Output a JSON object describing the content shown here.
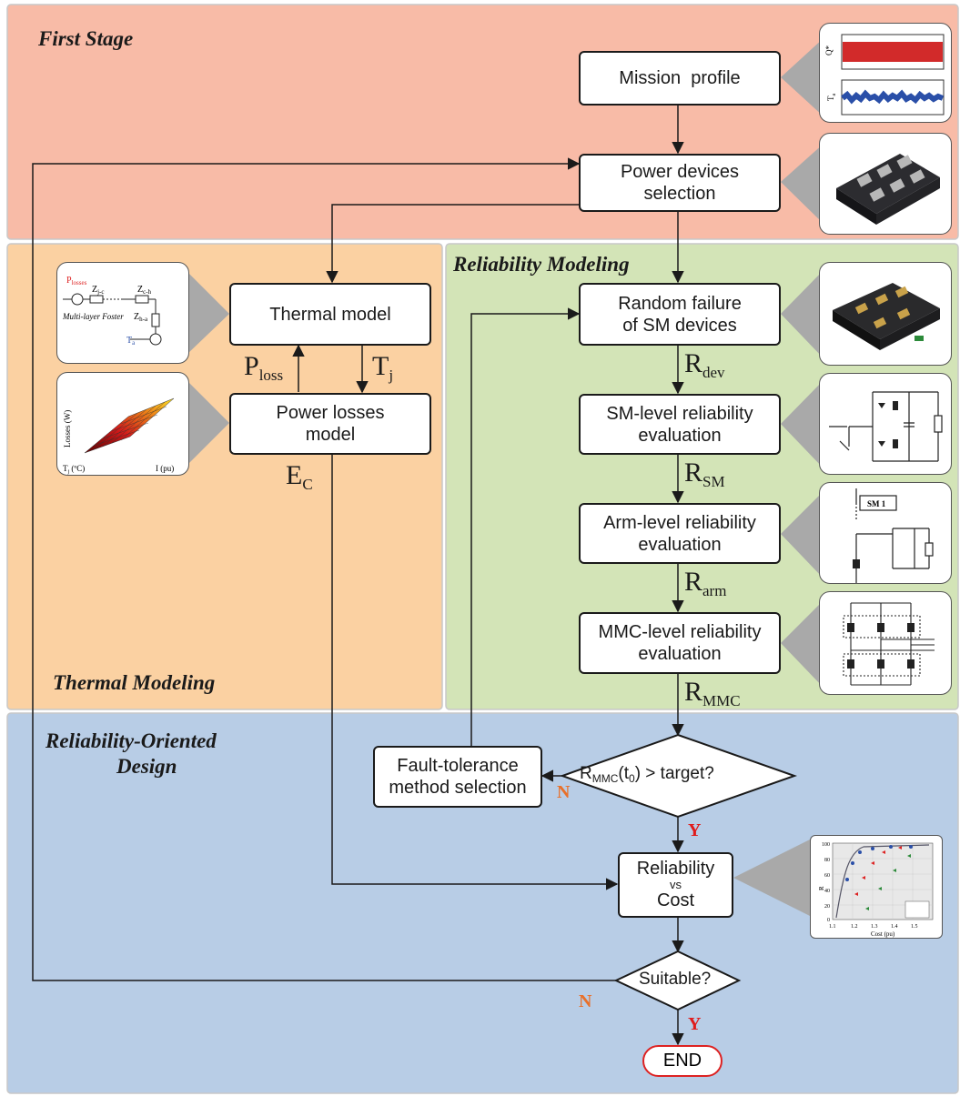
{
  "sections": {
    "first_stage": "First Stage",
    "thermal_modeling": "Thermal Modeling",
    "reliability_modeling": "Reliability Modeling",
    "reliability_design_line1": "Reliability-Oriented",
    "reliability_design_line2": "Design"
  },
  "boxes": {
    "mission_profile": "Mission  profile",
    "power_devices_1": "Power devices",
    "power_devices_2": "selection",
    "thermal_model": "Thermal model",
    "power_losses_1": "Power losses",
    "power_losses_2": "model",
    "random_failure_1": "Random failure",
    "random_failure_2": "of SM devices",
    "sm_level_1": "SM-level reliability",
    "sm_level_2": "evaluation",
    "arm_level_1": "Arm-level reliability",
    "arm_level_2": "evaluation",
    "mmc_level_1": "MMC-level reliability",
    "mmc_level_2": "evaluation",
    "fault_tol_1": "Fault-tolerance",
    "fault_tol_2": "method selection",
    "reliability_vs_1": "Reliability",
    "reliability_vs_2": "vs",
    "reliability_vs_3": "Cost",
    "end": "END"
  },
  "decisions": {
    "rmmc_base": "R",
    "rmmc_sub": "MMC",
    "rmmc_t_open": "(t",
    "rmmc_t_sub": "0",
    "rmmc_rest": ") > target?",
    "suitable": "Suitable?"
  },
  "symbols": {
    "p_base": "P",
    "p_sub": "loss",
    "t_base": "T",
    "t_sub": "j",
    "e_base": "E",
    "e_sub": "C",
    "rdev_base": "R",
    "rdev_sub": "dev",
    "rsm_base": "R",
    "rsm_sub": "SM",
    "rarm_base": "R",
    "rarm_sub": "arm",
    "rmmc_base": "R",
    "rmmc_sub": "MMC"
  },
  "branch_labels": {
    "n1": "N",
    "y1": "Y",
    "n2": "N",
    "y2": "Y"
  },
  "thumbs": {
    "mission_q": "Q*",
    "mission_t": "T",
    "mission_t_sub": "a",
    "foster_p": "P",
    "foster_p_sub": "losses",
    "foster_zjc": "Z",
    "foster_zjc_sub": "j-c",
    "foster_zch": "Z",
    "foster_zch_sub": "c-h",
    "foster_zha": "Z",
    "foster_zha_sub": "h-a",
    "foster_caption": "Multi-layer Foster",
    "foster_ta": "T",
    "foster_ta_sub": "a",
    "losses_ylabel": "Losses (W)",
    "losses_x1": "T",
    "losses_x1_sub": "j",
    "losses_x1_unit": " (ºC)",
    "losses_x2": "I (pu)",
    "arm_sm": "SM 1",
    "cost_xlabel": "Cost (pu)",
    "cost_ylabel": "R",
    "cost_ticks_x": [
      "1.1",
      "1.2",
      "1.3",
      "1.4",
      "1.5"
    ],
    "cost_ticks_y": [
      "100",
      "80",
      "60",
      "40",
      "20",
      "0"
    ]
  },
  "colors": {
    "first_stage_bg": "#f8bba7",
    "thermal_bg": "#fbd1a2",
    "reliability_bg": "#d3e4b7",
    "design_bg": "#b8cde6",
    "line": "#1a1a1a",
    "yes_red": "#e01b1b",
    "no_orange": "#e8702a"
  }
}
